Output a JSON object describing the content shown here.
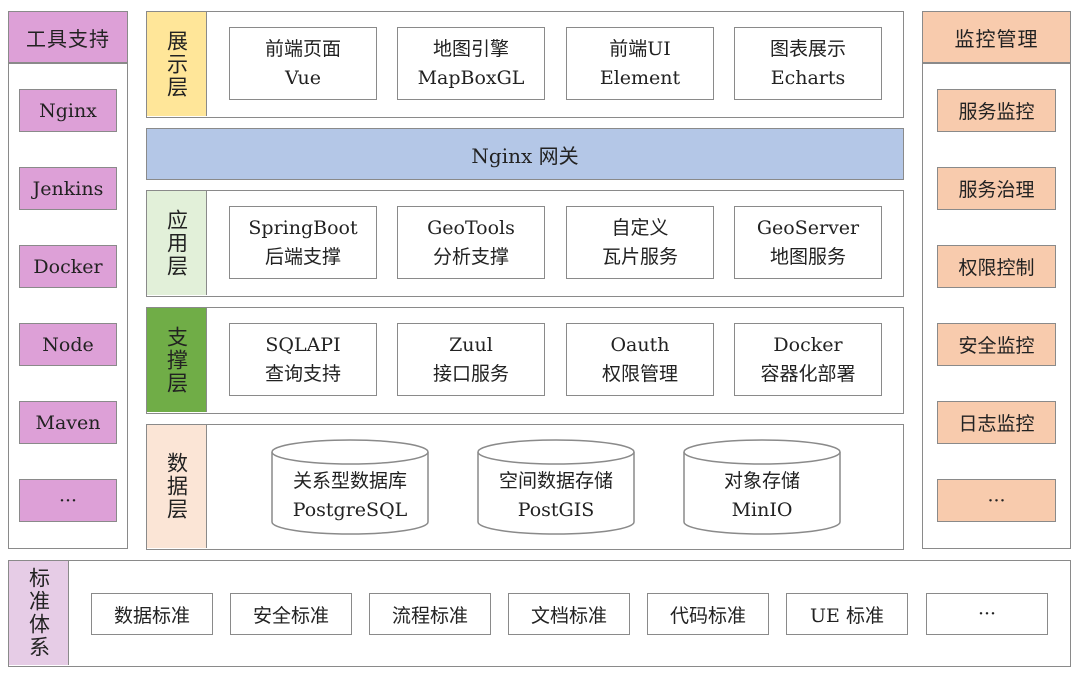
{
  "tools": {
    "title": "工具支持",
    "items": [
      "Nginx",
      "Jenkins",
      "Docker",
      "Node",
      "Maven",
      "···"
    ]
  },
  "monitor": {
    "title": "监控管理",
    "items": [
      "服务监控",
      "服务治理",
      "权限控制",
      "安全监控",
      "日志监控",
      "···"
    ]
  },
  "layers": {
    "presentation": {
      "label": "展示层",
      "boxes": [
        {
          "l1": "前端页面",
          "l2": "Vue"
        },
        {
          "l1": "地图引擎",
          "l2": "MapBoxGL"
        },
        {
          "l1": "前端UI",
          "l2": "Element"
        },
        {
          "l1": "图表展示",
          "l2": "Echarts"
        }
      ]
    },
    "gateway": "Nginx 网关",
    "application": {
      "label": "应用层",
      "boxes": [
        {
          "l1": "SpringBoot",
          "l2": "后端支撑"
        },
        {
          "l1": "GeoTools",
          "l2": "分析支撑"
        },
        {
          "l1": "自定义",
          "l2": "瓦片服务"
        },
        {
          "l1": "GeoServer",
          "l2": "地图服务"
        }
      ]
    },
    "support": {
      "label": "支撑层",
      "boxes": [
        {
          "l1": "SQLAPI",
          "l2": "查询支持"
        },
        {
          "l1": "Zuul",
          "l2": "接口服务"
        },
        {
          "l1": "Oauth",
          "l2": "权限管理"
        },
        {
          "l1": "Docker",
          "l2": "容器化部署"
        }
      ]
    },
    "data": {
      "label": "数据层",
      "stores": [
        {
          "l1": "关系型数据库",
          "l2": "PostgreSQL"
        },
        {
          "l1": "空间数据存储",
          "l2": "PostGIS"
        },
        {
          "l1": "对象存储",
          "l2": "MinIO"
        }
      ]
    }
  },
  "standards": {
    "label": "标准体系",
    "items": [
      "数据标准",
      "安全标准",
      "流程标准",
      "文档标准",
      "代码标准",
      "UE 标准",
      "···"
    ]
  },
  "colors": {
    "tools": "#dda0d7",
    "monitor": "#f8cbad",
    "presentation": "#ffe699",
    "gateway": "#b4c7e7",
    "application": "#e2f0d9",
    "support": "#70ad47",
    "data": "#fbe5d6",
    "standards": "#e6cce6"
  }
}
